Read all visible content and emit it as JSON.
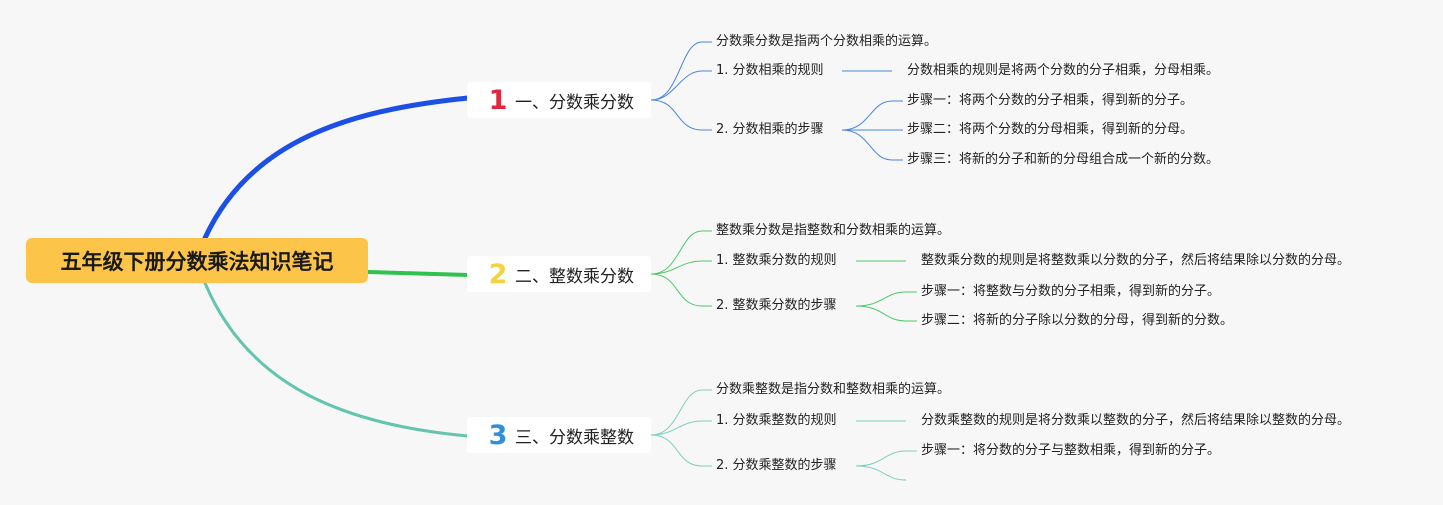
{
  "root": {
    "title": "五年级下册分数乘法知识笔记"
  },
  "colors": {
    "root_bg": "#fcc54a",
    "branch1": "#1b4fe6",
    "branch2": "#2fc24f",
    "branch3": "#63c5ad",
    "sub1": "#4a86e0",
    "sub2": "#4cc86a",
    "sub3": "#7bd0bd"
  },
  "branches": [
    {
      "number": "1",
      "label": "一、分数乘分数",
      "definition": "分数乘分数是指两个分数相乘的运算。",
      "rule_title": "1. 分数相乘的规则",
      "rule_text": "分数相乘的规则是将两个分数的分子相乘，分母相乘。",
      "steps_title": "2. 分数相乘的步骤",
      "steps": [
        "步骤一：将两个分数的分子相乘，得到新的分子。",
        "步骤二：将两个分数的分母相乘，得到新的分母。",
        "步骤三：将新的分子和新的分母组合成一个新的分数。"
      ]
    },
    {
      "number": "2",
      "label": "二、整数乘分数",
      "definition": "整数乘分数是指整数和分数相乘的运算。",
      "rule_title": "1. 整数乘分数的规则",
      "rule_text": "整数乘分数的规则是将整数乘以分数的分子，然后将结果除以分数的分母。",
      "steps_title": "2. 整数乘分数的步骤",
      "steps": [
        "步骤一：将整数与分数的分子相乘，得到新的分子。",
        "步骤二：将新的分子除以分数的分母，得到新的分数。"
      ]
    },
    {
      "number": "3",
      "label": "三、分数乘整数",
      "definition": "分数乘整数是指分数和整数相乘的运算。",
      "rule_title": "1. 分数乘整数的规则",
      "rule_text": "分数乘整数的规则是将分数乘以整数的分子，然后将结果除以整数的分母。",
      "steps_title": "2. 分数乘整数的步骤",
      "steps": [
        "步骤一：将分数的分子与整数相乘，得到新的分子。"
      ]
    }
  ]
}
